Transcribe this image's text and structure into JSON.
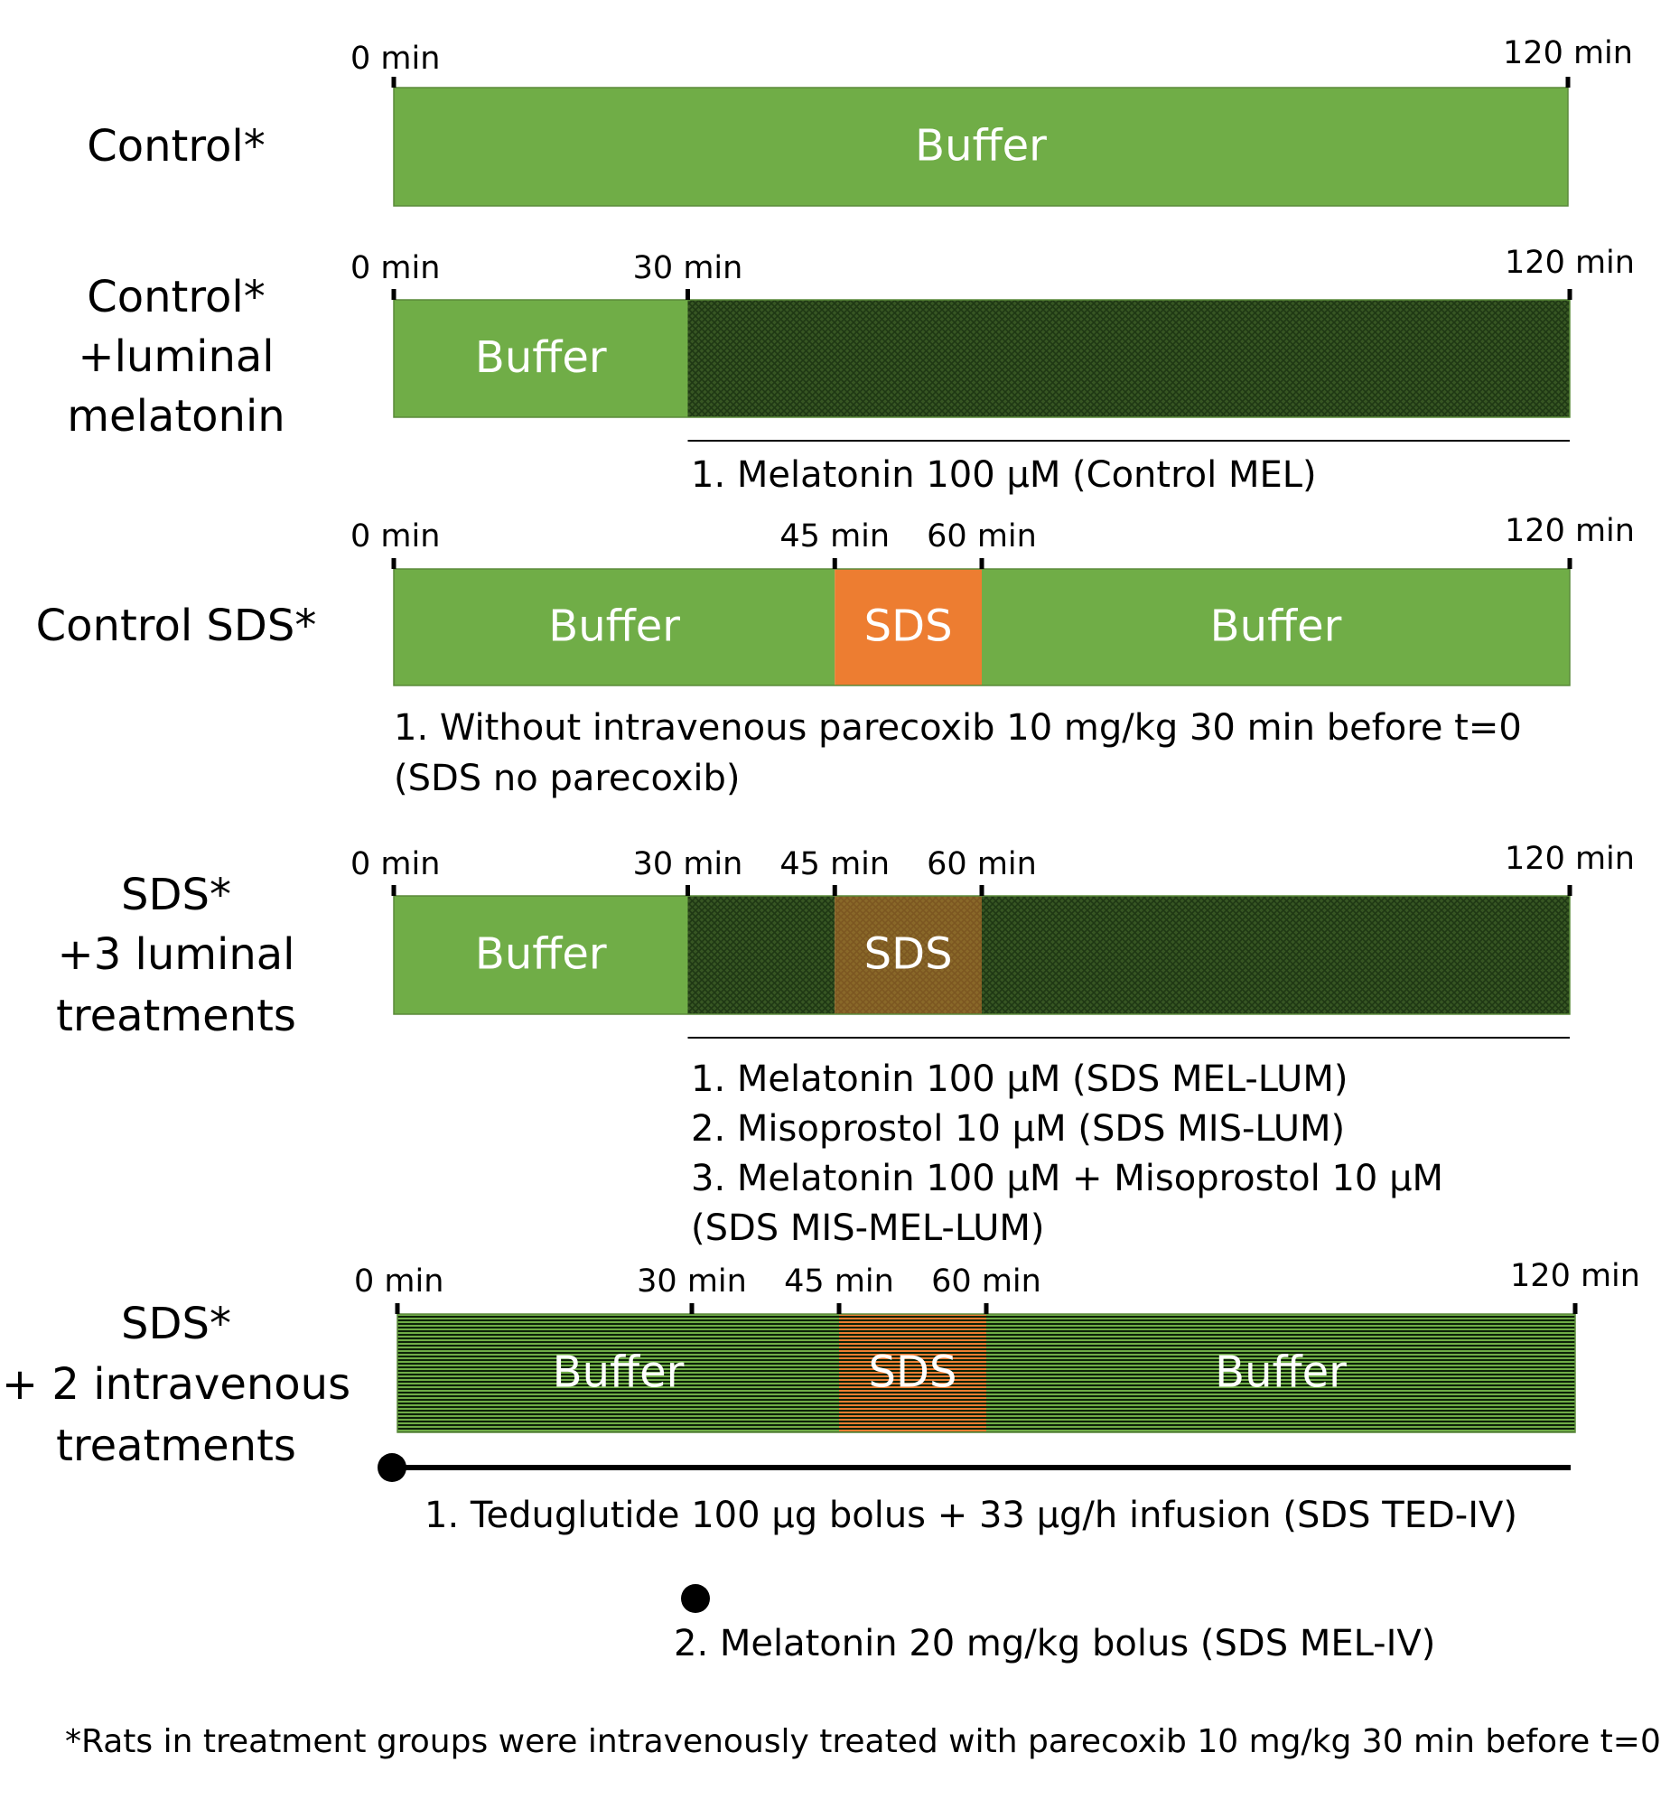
{
  "colors": {
    "buffer": "#70ad47",
    "sds": "#ed7d31",
    "treatment": "#375623",
    "hatch": "#1f3814",
    "stripe": "#0d2208",
    "text_on_bar": "#ffffff",
    "text": "#000000"
  },
  "time_range_min": [
    0,
    120
  ],
  "rows": [
    {
      "id": "control",
      "label": [
        "Control*"
      ],
      "ticks": [
        {
          "t": 0,
          "label": "0 min"
        },
        {
          "t": 120,
          "label": "120 min"
        }
      ],
      "segments": [
        {
          "from": 0,
          "to": 120,
          "kind": "buffer",
          "text": "Buffer"
        }
      ],
      "treatment_overlay": null,
      "overlay_style": "",
      "notes": []
    },
    {
      "id": "control-luminal-melatonin",
      "label": [
        "Control*",
        "+luminal",
        "melatonin"
      ],
      "ticks": [
        {
          "t": 0,
          "label": "0 min"
        },
        {
          "t": 30,
          "label": "30 min"
        },
        {
          "t": 120,
          "label": "120 min"
        }
      ],
      "segments": [
        {
          "from": 0,
          "to": 30,
          "kind": "buffer",
          "text": "Buffer"
        },
        {
          "from": 30,
          "to": 120,
          "kind": "treatment",
          "text": ""
        }
      ],
      "treatment_overlay": {
        "from": 30,
        "to": 120
      },
      "overlay_style": "hatch",
      "notes": [
        "1. Melatonin 100 µM (Control MEL)"
      ]
    },
    {
      "id": "control-sds",
      "label": [
        "Control SDS*"
      ],
      "ticks": [
        {
          "t": 0,
          "label": "0 min"
        },
        {
          "t": 45,
          "label": "45 min"
        },
        {
          "t": 60,
          "label": "60 min"
        },
        {
          "t": 120,
          "label": "120 min"
        }
      ],
      "segments": [
        {
          "from": 0,
          "to": 45,
          "kind": "buffer",
          "text": "Buffer"
        },
        {
          "from": 45,
          "to": 60,
          "kind": "sds",
          "text": "SDS"
        },
        {
          "from": 60,
          "to": 120,
          "kind": "buffer",
          "text": "Buffer"
        }
      ],
      "treatment_overlay": null,
      "overlay_style": "",
      "notes": [
        "1. Without intravenous parecoxib 10 mg/kg 30 min before t=0",
        "(SDS no parecoxib)"
      ]
    },
    {
      "id": "sds-luminal",
      "label": [
        "SDS*",
        "+3 luminal",
        "treatments"
      ],
      "ticks": [
        {
          "t": 0,
          "label": "0 min"
        },
        {
          "t": 30,
          "label": "30 min"
        },
        {
          "t": 45,
          "label": "45 min"
        },
        {
          "t": 60,
          "label": "60 min"
        },
        {
          "t": 120,
          "label": "120 min"
        }
      ],
      "segments": [
        {
          "from": 0,
          "to": 30,
          "kind": "buffer",
          "text": "Buffer"
        },
        {
          "from": 30,
          "to": 45,
          "kind": "treatment",
          "text": ""
        },
        {
          "from": 45,
          "to": 60,
          "kind": "sds",
          "text": "SDS"
        },
        {
          "from": 60,
          "to": 120,
          "kind": "treatment",
          "text": ""
        }
      ],
      "treatment_overlay": {
        "from": 30,
        "to": 120
      },
      "overlay_style": "hatch",
      "notes": [
        "1. Melatonin 100 µM (SDS MEL-LUM)",
        "2. Misoprostol 10 µM (SDS MIS-LUM)",
        "3. Melatonin 100 µM + Misoprostol 10 µM",
        "(SDS MIS-MEL-LUM)"
      ]
    },
    {
      "id": "sds-intravenous",
      "label": [
        "SDS*",
        "+ 2 intravenous",
        "treatments"
      ],
      "ticks": [
        {
          "t": 0,
          "label": "0 min"
        },
        {
          "t": 30,
          "label": "30 min"
        },
        {
          "t": 45,
          "label": "45 min"
        },
        {
          "t": 60,
          "label": "60 min"
        },
        {
          "t": 120,
          "label": "120 min"
        }
      ],
      "segments": [
        {
          "from": 0,
          "to": 45,
          "kind": "buffer",
          "text": "Buffer"
        },
        {
          "from": 45,
          "to": 60,
          "kind": "sds",
          "text": "SDS"
        },
        {
          "from": 60,
          "to": 120,
          "kind": "buffer",
          "text": "Buffer"
        }
      ],
      "treatment_overlay": {
        "from": 0,
        "to": 120
      },
      "overlay_style": "stripes",
      "notes": [],
      "iv_treatments": [
        {
          "bolus_t": 0,
          "infusion_to": 120,
          "text": "1. Teduglutide 100 µg bolus + 33 µg/h infusion (SDS TED-IV)"
        },
        {
          "bolus_t": 30,
          "infusion_to": null,
          "text": "2. Melatonin 20 mg/kg bolus (SDS MEL-IV)"
        }
      ]
    }
  ],
  "footnote": "*Rats in treatment groups were intravenously treated with  parecoxib 10 mg/kg 30 min before t=0"
}
